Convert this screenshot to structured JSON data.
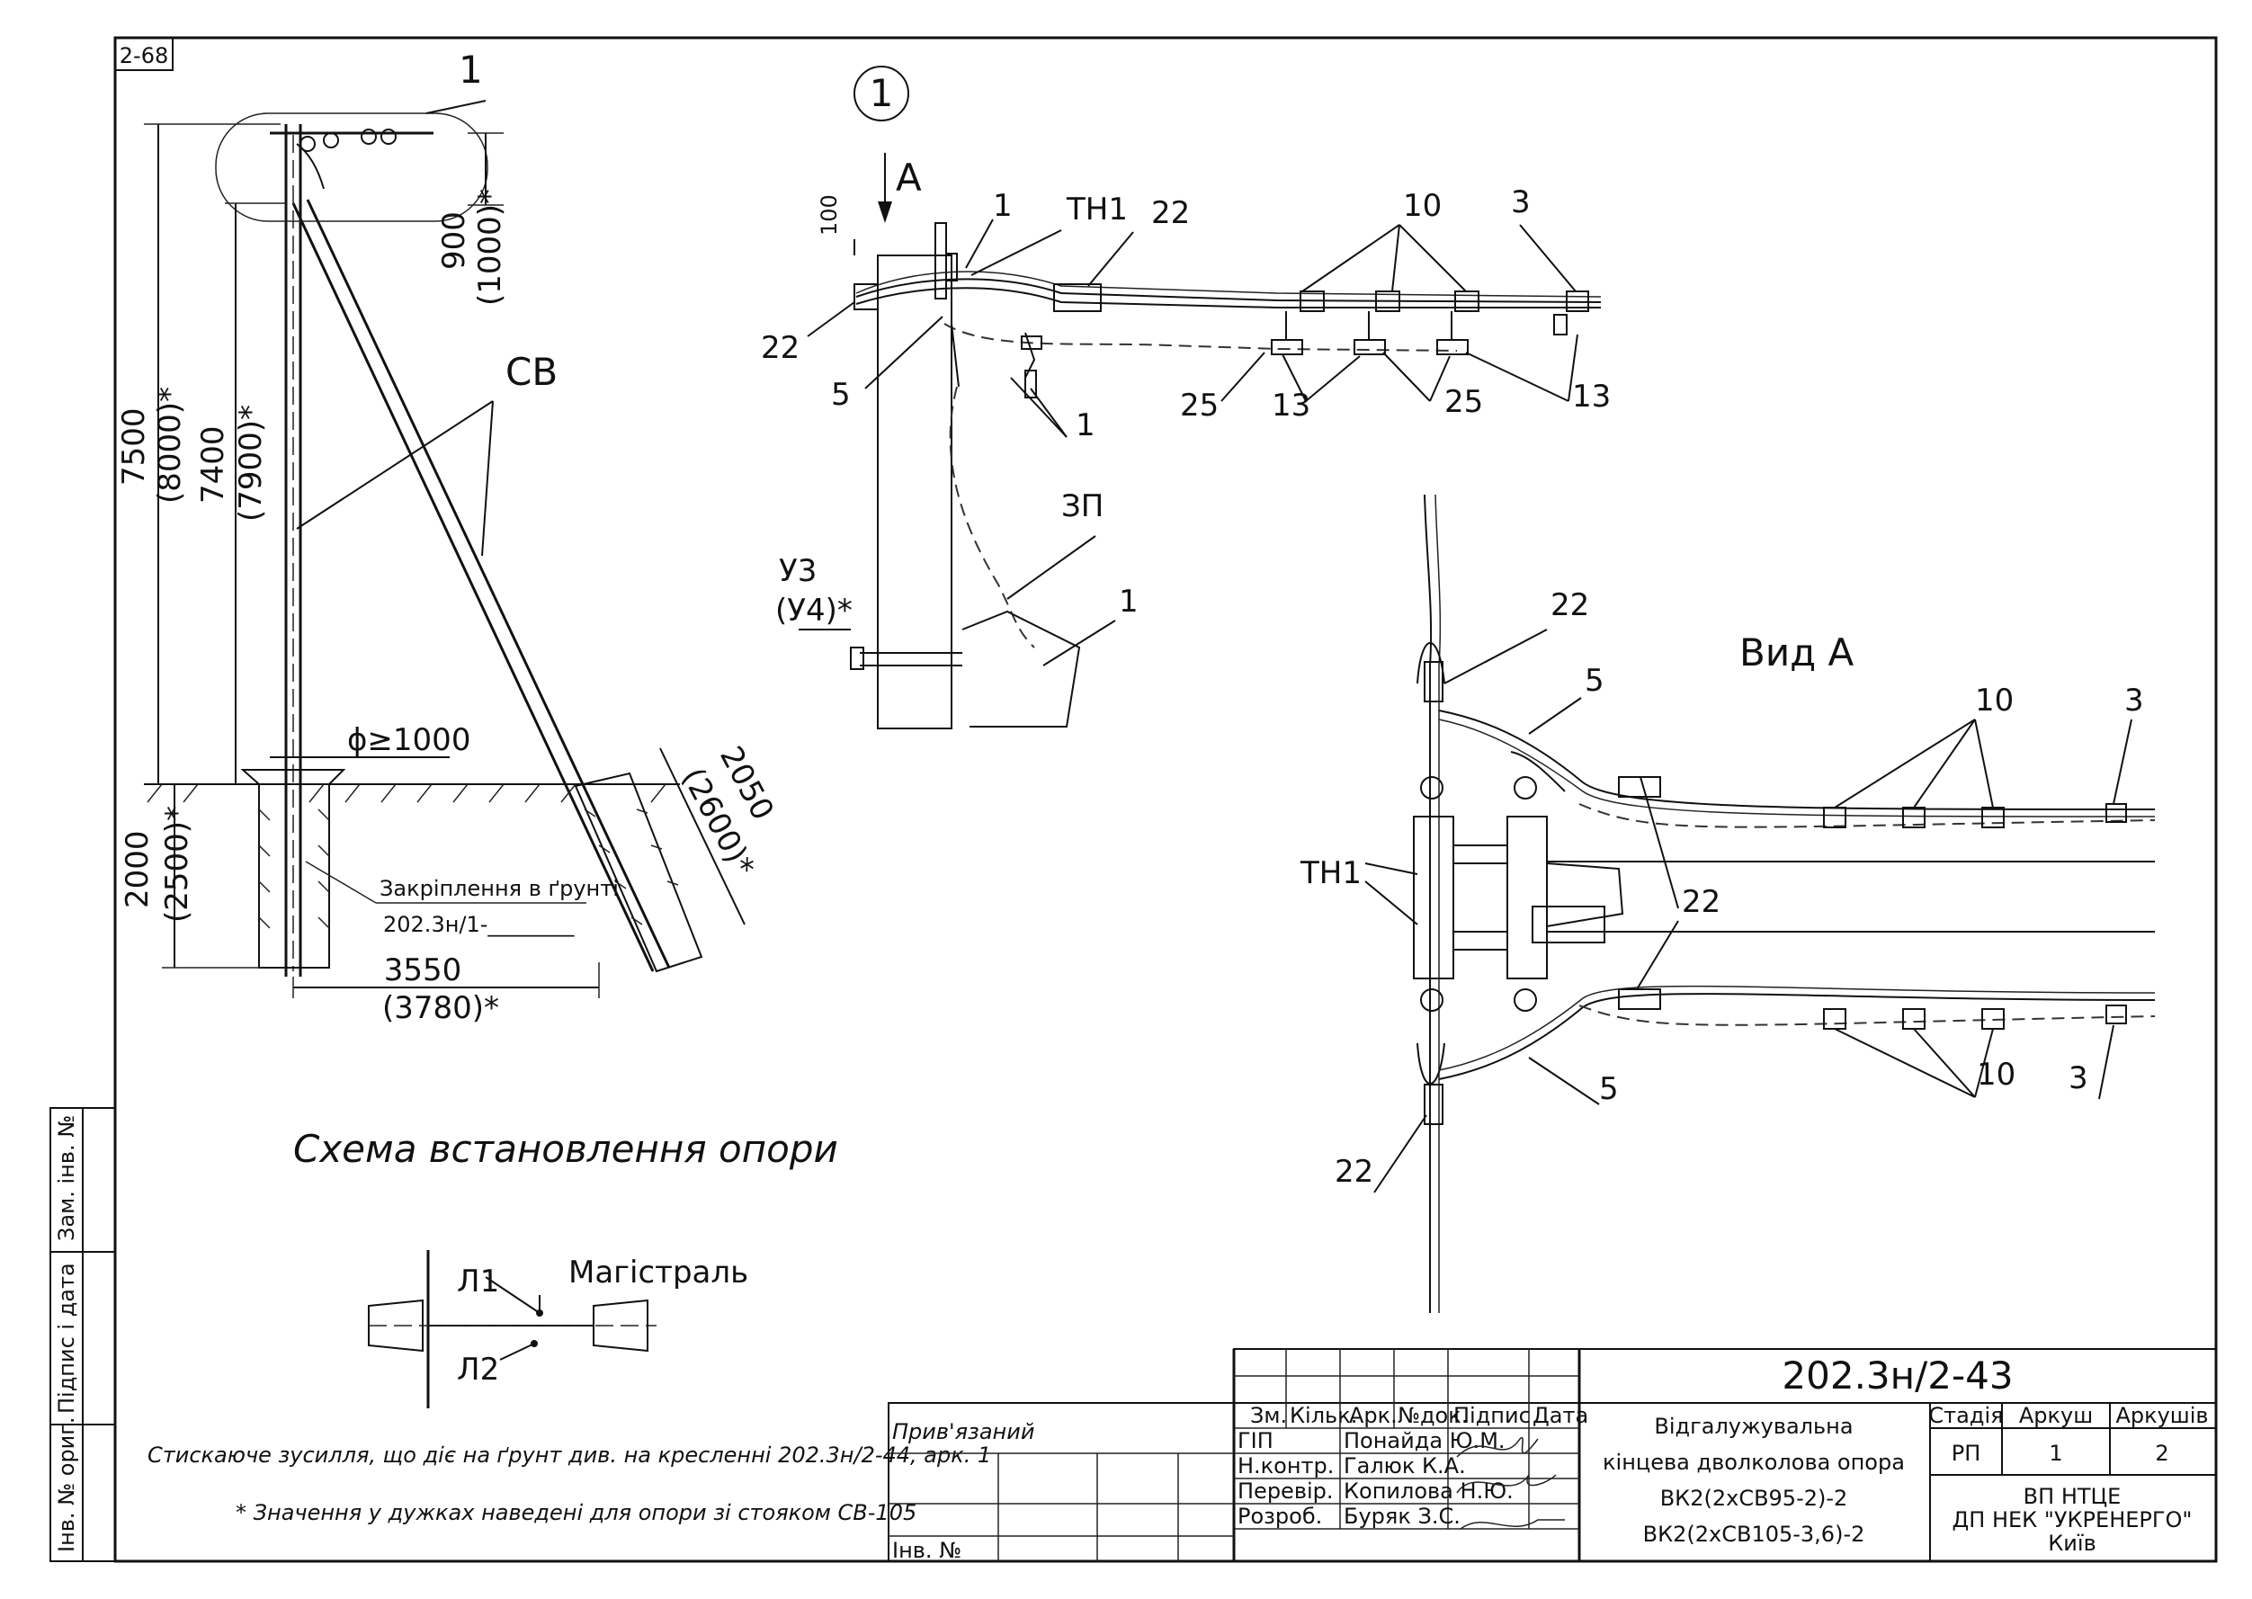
{
  "sheet_code": "2-68",
  "left_drawing": {
    "callout": "1",
    "dim_900": "900",
    "dim_1000": "(1000)*",
    "dim_7500": "7500",
    "dim_8000": "(8000)*",
    "dim_7400": "7400",
    "dim_7900": "(7900)*",
    "label_sv": "СВ",
    "dim_phi": "ϕ≥1000",
    "dim_2000": "2000",
    "dim_2500": "(2500)*",
    "dim_2050": "2050",
    "dim_2600": "(2600)*",
    "anchor_label": "Закріплення в ґрунті",
    "anchor_ref": "202.3н/1-________",
    "dim_3550": "3550",
    "dim_3780": "(3780)*",
    "caption": "Схема встановлення опори"
  },
  "detail_1": {
    "circle": "1",
    "view_arrow": "А",
    "dim_100": "100",
    "callouts": [
      "1",
      "ТН1",
      "22",
      "10",
      "3",
      "22",
      "5",
      "1",
      "25",
      "13",
      "25",
      "13",
      "ЗП",
      "1"
    ],
    "label_u3": "У3",
    "label_u4": "(У4)*"
  },
  "view_a": {
    "title": "Вид А",
    "callouts": [
      "22",
      "5",
      "10",
      "3",
      "ТН1",
      "22",
      "10",
      "3",
      "5",
      "22"
    ]
  },
  "scheme": {
    "l1": "Л1",
    "l2": "Л2",
    "main": "Магістраль"
  },
  "notes": {
    "note1": "Стискаюче зусилля, що діє на ґрунт див. на кресленні 202.3н/2-44, арк. 1",
    "note2": "* Значення у дужках наведені для опори зі стояком СВ-105"
  },
  "side_stamp": {
    "zam": "Зам. інв. №",
    "pidpys": "Підпис і дата",
    "inv": "Інв. № ориг."
  },
  "title_block": {
    "doc_number": "202.3н/2-43",
    "pryviazanyi": "Прив'язаний",
    "inv_no": "Інв. №",
    "headers": [
      "Зм.",
      "Кільк.",
      "Арк.",
      "№док.",
      "Підпис",
      "Дата"
    ],
    "roles": [
      "ГІП",
      "Н.контр.",
      "Перевір.",
      "Розроб."
    ],
    "names": [
      "Понайда Ю.М.",
      "Галюк К.А.",
      "Копилова Н.Ю.",
      "Буряк З.С."
    ],
    "title_line1": "Відгалужувальна",
    "title_line2": "кінцева дволколова опора",
    "title_line3": "ВК2(2хСВ95-2)-2",
    "title_line4": "ВК2(2хСВ105-3,6)-2",
    "stage_hdr": "Стадія",
    "sheet_hdr": "Аркуш",
    "sheets_hdr": "Аркушів",
    "stage": "РП",
    "sheet": "1",
    "sheets": "2",
    "org1": "ВП НТЦЕ",
    "org2": "ДП НЕК \"УКРЕНЕРГО\"",
    "org3": "Київ"
  }
}
